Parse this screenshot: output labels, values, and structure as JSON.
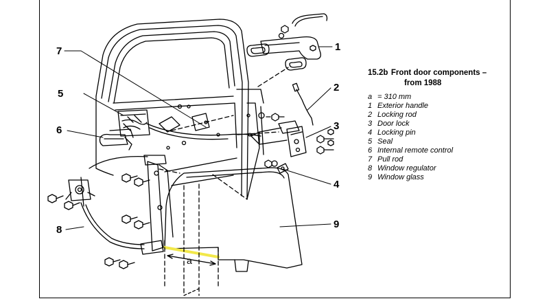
{
  "caption": {
    "number": "15.2b",
    "title": "Front door components –",
    "title_line2": "from 1988"
  },
  "legend": [
    {
      "key": "a",
      "text": "= 310 mm"
    },
    {
      "key": "1",
      "text": "Exterior handle"
    },
    {
      "key": "2",
      "text": "Locking rod"
    },
    {
      "key": "3",
      "text": "Door lock"
    },
    {
      "key": "4",
      "text": "Locking pin"
    },
    {
      "key": "5",
      "text": "Seal"
    },
    {
      "key": "6",
      "text": "Internal remote control"
    },
    {
      "key": "7",
      "text": "Pull rod"
    },
    {
      "key": "8",
      "text": "Window regulator"
    },
    {
      "key": "9",
      "text": "Window glass"
    }
  ],
  "callouts": {
    "c1": "1",
    "c2": "2",
    "c3": "3",
    "c4": "4",
    "c5": "5",
    "c6": "6",
    "c7": "7",
    "c8": "8",
    "c9": "9",
    "ca": "a"
  },
  "colors": {
    "ink": "#000000",
    "highlight": "#f2e84a"
  }
}
